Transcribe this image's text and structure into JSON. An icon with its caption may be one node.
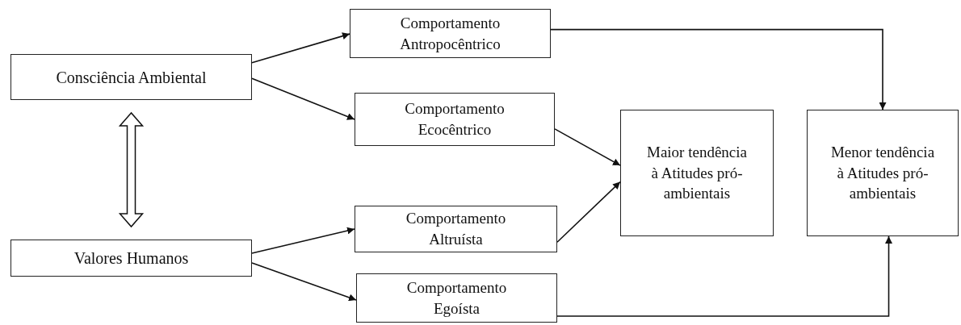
{
  "diagram": {
    "nodes": [
      {
        "text": [
          "Consciência Ambiental"
        ]
      },
      {
        "text": [
          "Valores Humanos"
        ]
      },
      {
        "text": [
          "Comportamento Antropocêntrico"
        ]
      },
      {
        "text": [
          "Comportamento Ecocêntrico"
        ]
      },
      {
        "text": [
          "Comportamento Altruísta"
        ]
      },
      {
        "text": [
          "Comportamento Egoísta"
        ]
      },
      {
        "text": [
          "Maior tendência à Atitudes pró-ambientais"
        ]
      },
      {
        "text": [
          "Menor tendência à Atitudes pró-ambientais"
        ]
      }
    ],
    "edges": [
      {
        "from": 0,
        "to": 2,
        "arrow": "to"
      },
      {
        "from": 0,
        "to": 3,
        "arrow": "to"
      },
      {
        "from": 1,
        "to": 4,
        "arrow": "to"
      },
      {
        "from": 1,
        "to": 5,
        "arrow": "to"
      },
      {
        "from": 3,
        "to": 6,
        "arrow": "to"
      },
      {
        "from": 4,
        "to": 6,
        "arrow": "to"
      },
      {
        "from": 2,
        "to": 7,
        "arrow": "to"
      },
      {
        "from": 5,
        "to": 7,
        "arrow": "to"
      },
      {
        "from": 0,
        "to": 1,
        "arrow": "both",
        "style": "thick"
      }
    ]
  }
}
